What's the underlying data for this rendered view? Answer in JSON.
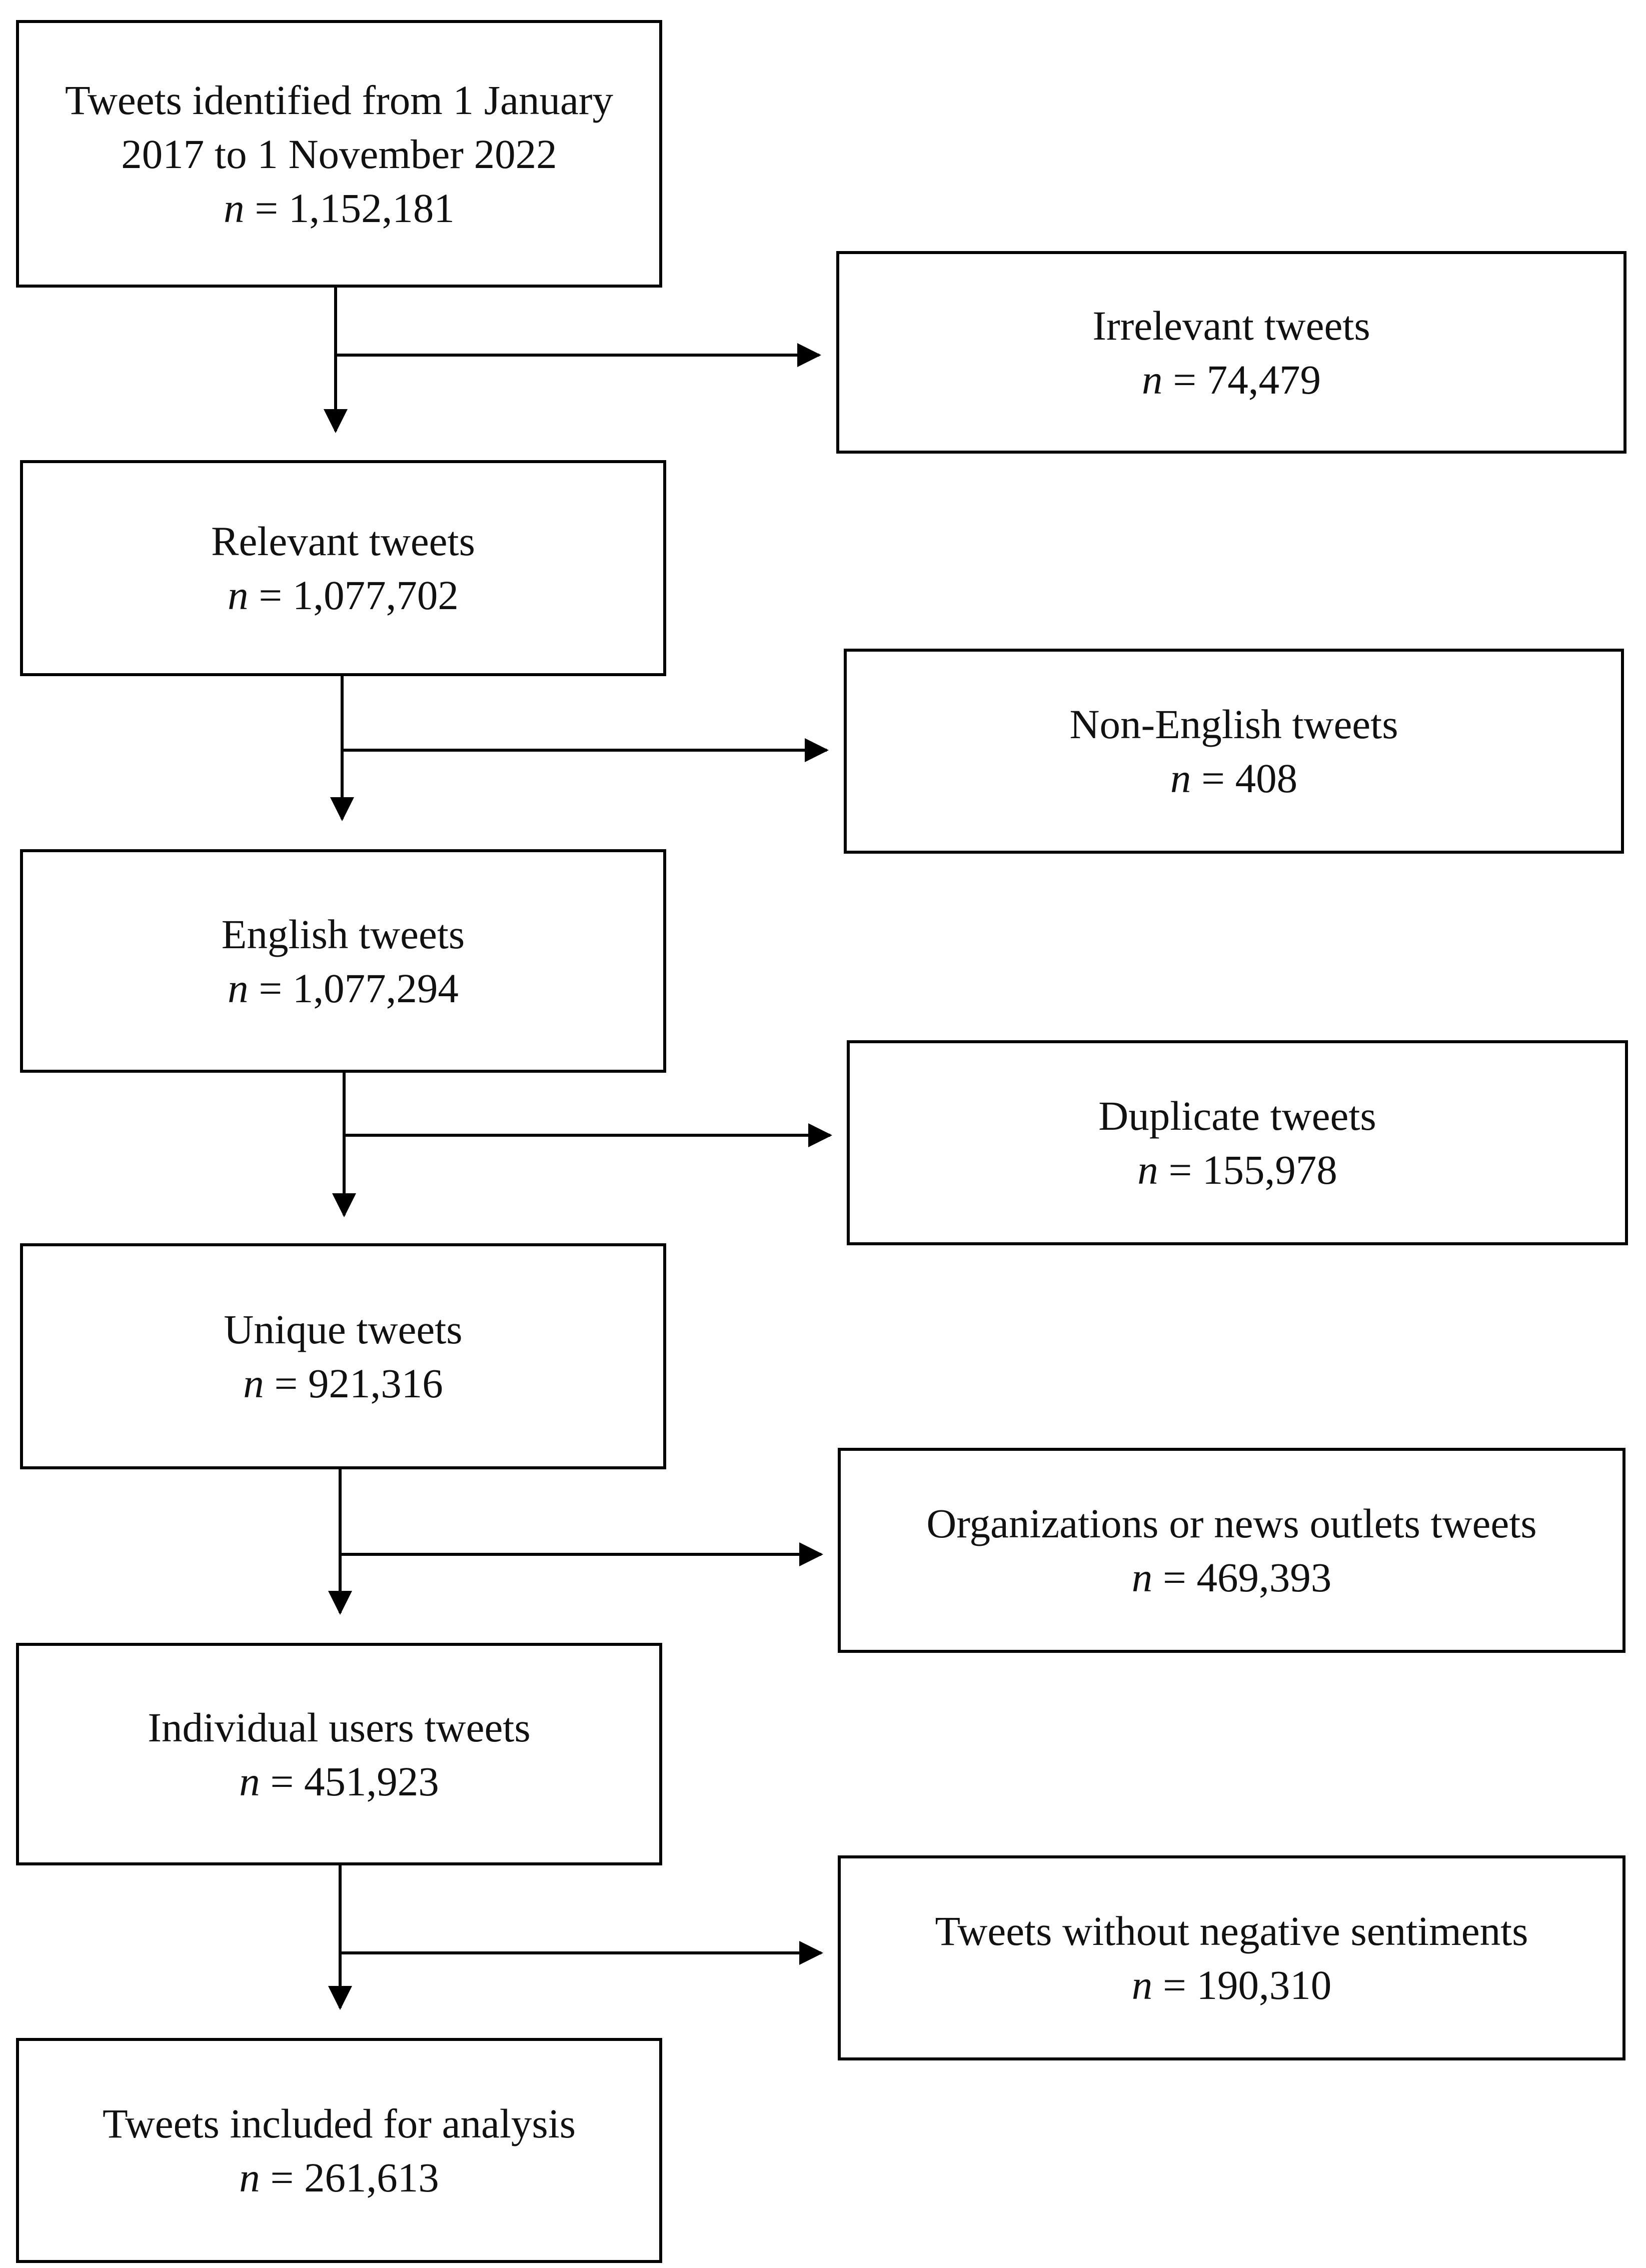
{
  "flow": {
    "main": [
      {
        "label": "Tweets identified from 1 January 2017 to 1 November 2022",
        "count": "1,152,181"
      },
      {
        "label": "Relevant tweets",
        "count": "1,077,702"
      },
      {
        "label": "English tweets",
        "count": "1,077,294"
      },
      {
        "label": "Unique tweets",
        "count": "921,316"
      },
      {
        "label": "Individual users tweets",
        "count": "451,923"
      },
      {
        "label": "Tweets included for analysis",
        "count": "261,613"
      }
    ],
    "excluded": [
      {
        "label": "Irrelevant tweets",
        "count": "74,479"
      },
      {
        "label": "Non-English tweets",
        "count": "408"
      },
      {
        "label": "Duplicate tweets",
        "count": "155,978"
      },
      {
        "label": "Organizations or news outlets tweets",
        "count": "469,393"
      },
      {
        "label": "Tweets without negative sentiments",
        "count": "190,310"
      }
    ],
    "count_prefix": "n",
    "count_separator": " = "
  }
}
